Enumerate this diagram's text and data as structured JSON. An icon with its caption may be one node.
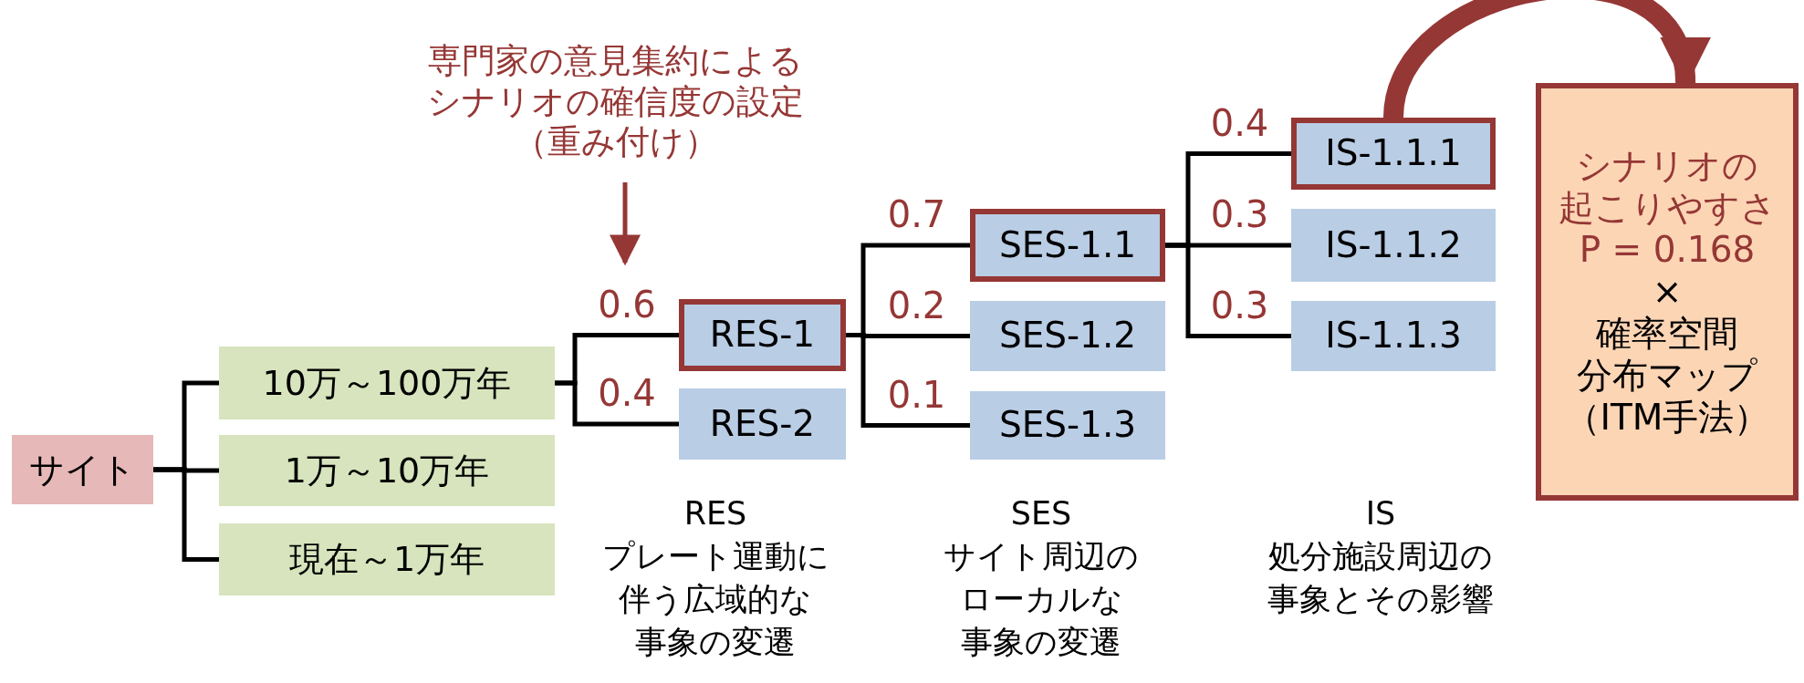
{
  "diagram": {
    "nodes": [
      {
        "text": [
          "サイト"
        ]
      },
      {
        "text": [
          "10万～100万年"
        ]
      },
      {
        "text": [
          "1万～10万年"
        ]
      },
      {
        "text": [
          "現在～1万年"
        ]
      },
      {
        "text": [
          "RES-1"
        ]
      },
      {
        "text": [
          "RES-2"
        ]
      },
      {
        "text": [
          "SES-1.1"
        ]
      },
      {
        "text": [
          "SES-1.2"
        ]
      },
      {
        "text": [
          "SES-1.3"
        ]
      },
      {
        "text": [
          "IS-1.1.1"
        ]
      },
      {
        "text": [
          "IS-1.1.2"
        ]
      },
      {
        "text": [
          "IS-1.1.3"
        ]
      },
      {
        "text": [
          "シナリオの起こりやすさ",
          "P = 0.168",
          "×",
          "確率空間分布マップ（ITM手法）"
        ]
      },
      {
        "text": [
          "専門家の意見集約によるシナリオの確信度の設定（重み付け）"
        ]
      }
    ],
    "edges": [
      {
        "from": 0,
        "to": 1,
        "arrow": "none"
      },
      {
        "from": 0,
        "to": 2,
        "arrow": "none"
      },
      {
        "from": 0,
        "to": 3,
        "arrow": "none"
      },
      {
        "from": 1,
        "to": 4,
        "arrow": "none",
        "label": "0.6"
      },
      {
        "from": 1,
        "to": 5,
        "arrow": "none",
        "label": "0.4"
      },
      {
        "from": 4,
        "to": 6,
        "arrow": "none",
        "label": "0.7"
      },
      {
        "from": 4,
        "to": 7,
        "arrow": "none",
        "label": "0.2"
      },
      {
        "from": 4,
        "to": 8,
        "arrow": "none",
        "label": "0.1"
      },
      {
        "from": 6,
        "to": 9,
        "arrow": "none",
        "label": "0.4"
      },
      {
        "from": 6,
        "to": 10,
        "arrow": "none",
        "label": "0.3"
      },
      {
        "from": 6,
        "to": 11,
        "arrow": "none",
        "label": "0.3"
      },
      {
        "from": 9,
        "to": 12,
        "arrow": "to",
        "style": "thick",
        "color": "#953735"
      },
      {
        "from": 13,
        "to": null,
        "arrow": "to",
        "color": "#953735"
      }
    ],
    "labels": [
      "RES",
      "プレート運動に伴う広域的な事象の変遷",
      "SES",
      "サイト周辺のローカルな事象の変遷",
      "IS",
      "処分施設周辺の事象とその影響"
    ]
  }
}
